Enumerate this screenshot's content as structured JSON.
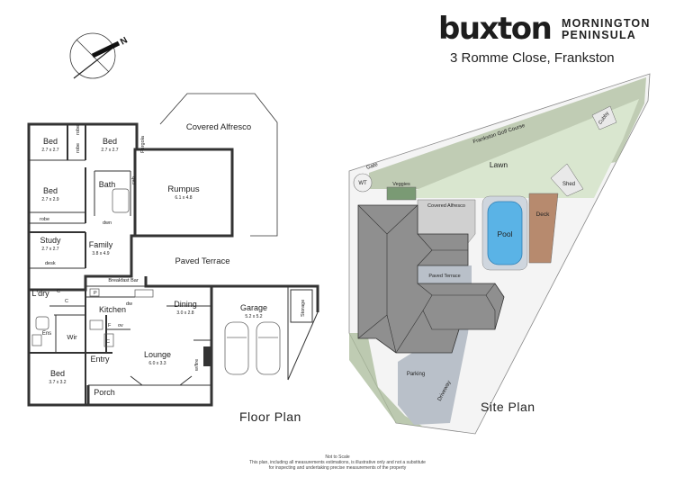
{
  "brand": {
    "name": "buxton",
    "region_line1": "MORNINGTON",
    "region_line2": "PENINSULA"
  },
  "address": "3 Romme Close, Frankston",
  "floor_plan": {
    "title": "Floor Plan",
    "compass": "N",
    "rooms": {
      "bed1": {
        "name": "Bed",
        "size": "2.7 x 2.7"
      },
      "bed2": {
        "name": "Bed",
        "size": "2.7 x 2.7"
      },
      "bed3": {
        "name": "Bed",
        "size": "2.7 x 2.9"
      },
      "bed4": {
        "name": "Bed",
        "size": "3.7 x 3.2"
      },
      "study": {
        "name": "Study",
        "size": "2.7 x 2.7"
      },
      "family": {
        "name": "Family",
        "size": "3.8 x 4.9"
      },
      "rumpus": {
        "name": "Rumpus",
        "size": "6.1 x 4.8"
      },
      "dining": {
        "name": "Dining",
        "size": "3.0 x 2.8"
      },
      "garage": {
        "name": "Garage",
        "size": "5.2 x 5.2"
      },
      "lounge": {
        "name": "Lounge",
        "size": "6.0 x 3.3"
      }
    },
    "labels": {
      "covered_alfresco": "Covered Alfresco",
      "paved_terrace": "Paved Terrace",
      "breakfast_bar": "Breakfast Bar",
      "kitchen": "Kitchen",
      "bath": "Bath",
      "laundry": "L'dry",
      "ens": "Ens",
      "wir": "Wir",
      "entry": "Entry",
      "porch": "Porch",
      "robe": "robe",
      "desk": "desk",
      "pergola": "Pergola",
      "cab": "cab",
      "dwn": "dwn",
      "dw": "dw",
      "wfire": "w/fire",
      "storage": "Storage",
      "p": "P",
      "f": "F",
      "ov": "ov",
      "c": "C"
    }
  },
  "site_plan": {
    "title": "Site Plan",
    "labels": {
      "golf_course": "Frankston Golf Course",
      "gate": "Gate",
      "wt": "WT",
      "veggies": "Veggies",
      "lawn": "Lawn",
      "cubby": "Cubby",
      "shed": "Shed",
      "covered_alfresco": "Covered Alfresco",
      "pool": "Pool",
      "deck": "Deck",
      "paved_terrace": "Paved Terrace",
      "parking": "Parking",
      "driveway": "Driveway"
    },
    "colors": {
      "lawn": "#d9e6cf",
      "pool": "#5ab3e6",
      "deck": "#b78a6e",
      "roof": "#8f8f8f",
      "paving": "#b9c0c9",
      "trees": "#98ac86"
    }
  },
  "disclaimer": {
    "line1": "Not to Scale",
    "line2": "This plan, including all measurements estimations, is illustrative only and not a substitute",
    "line3": "for inspecting and undertaking precise measurements of the property"
  }
}
